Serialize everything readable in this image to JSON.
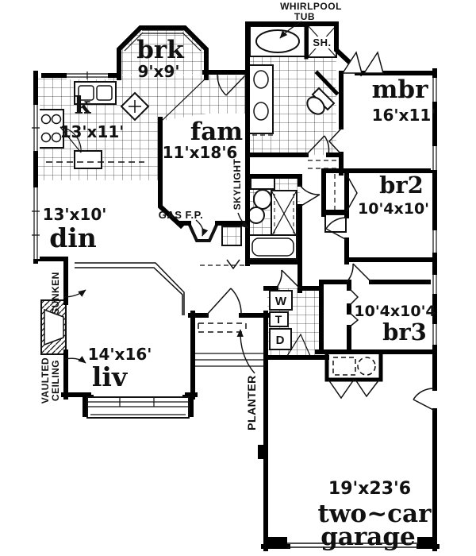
{
  "colors": {
    "ink": "#111111",
    "paper": "#ffffff"
  },
  "rooms": {
    "breakfast": {
      "name": "brk",
      "dims": "9'x9'"
    },
    "kitchen": {
      "name": "k",
      "dims": "13'x11'"
    },
    "family": {
      "name": "fam",
      "dims": "11'x18'6"
    },
    "master_bedroom": {
      "name": "mbr",
      "dims": "16'x11'"
    },
    "bedroom2": {
      "name": "br2",
      "dims": "10'4x10'"
    },
    "dining": {
      "name": "din",
      "dims": "13'x10'"
    },
    "living": {
      "name": "liv",
      "dims": "14'x16'"
    },
    "bedroom3": {
      "name": "br3",
      "dims": "10'4x10'4"
    },
    "garage": {
      "dims": "19'x23'6",
      "name_line1": "two~car",
      "name_line2": "garage"
    }
  },
  "annotations": {
    "whirlpool_line1": "WHIRLPOOL",
    "whirlpool_line2": "TUB",
    "shower": "SH.",
    "skylight": "SKYLIGHT",
    "gas_fireplace": "GAS F.P.",
    "sunken": "SUNKEN",
    "vaulted_line1": "VAULTED",
    "vaulted_line2": "CEILING",
    "planter": "PLANTER"
  },
  "appliances": {
    "washer": "W",
    "laundry_tub": "T",
    "dryer": "D"
  }
}
